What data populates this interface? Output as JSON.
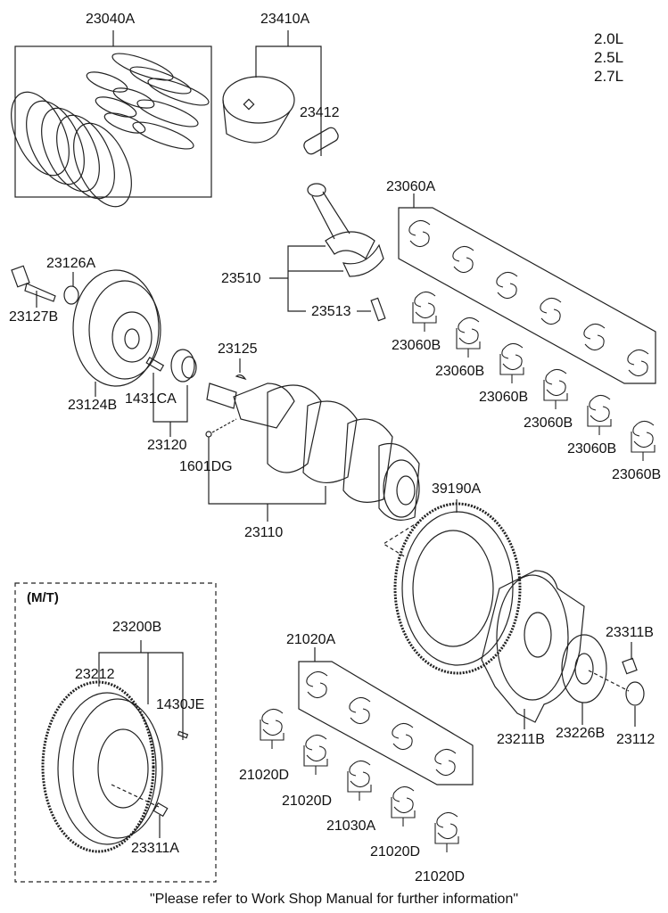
{
  "engine_variants": [
    "2.0L",
    "2.5L",
    "2.7L"
  ],
  "group_manual_transmission": "(M/T)",
  "footer_note": "\"Please refer to Work Shop Manual for further information\"",
  "parts": {
    "piston_ring_set": "23040A",
    "piston_assy": "23410A",
    "piston_pin": "23412",
    "connecting_rod_assy": "23510",
    "connecting_rod_bolt": "23513",
    "conrod_bearing_set": "23060A",
    "conrod_bearing_1": "23060B",
    "conrod_bearing_2": "23060B",
    "conrod_bearing_3": "23060B",
    "conrod_bearing_4": "23060B",
    "conrod_bearing_5": "23060B",
    "conrod_bearing_6": "23060B",
    "pulley_washer": "23126A",
    "pulley_bolt": "23127B",
    "damper_pulley": "23124B",
    "sprocket_pin": "1431CA",
    "crank_sprocket_assy": "23120",
    "woodruff_key": "23125",
    "crankshaft_ball": "1601DG",
    "crankshaft_assy": "23110",
    "ring_gear_sensor": "39190A",
    "drive_plate_flange": "23211B",
    "adapter_plate": "23226B",
    "drive_plate_bolt": "23311B",
    "bushing": "23112",
    "main_bearing_set": "21020A",
    "main_bearing_1": "21020D",
    "main_bearing_2": "21020D",
    "thrust_bearing": "21030A",
    "main_bearing_3": "21020D",
    "main_bearing_4": "21020D",
    "flywheel_assy": "23200B",
    "ring_gear": "23212",
    "flywheel_pin": "1430JE",
    "flywheel_bolt": "23311A"
  }
}
